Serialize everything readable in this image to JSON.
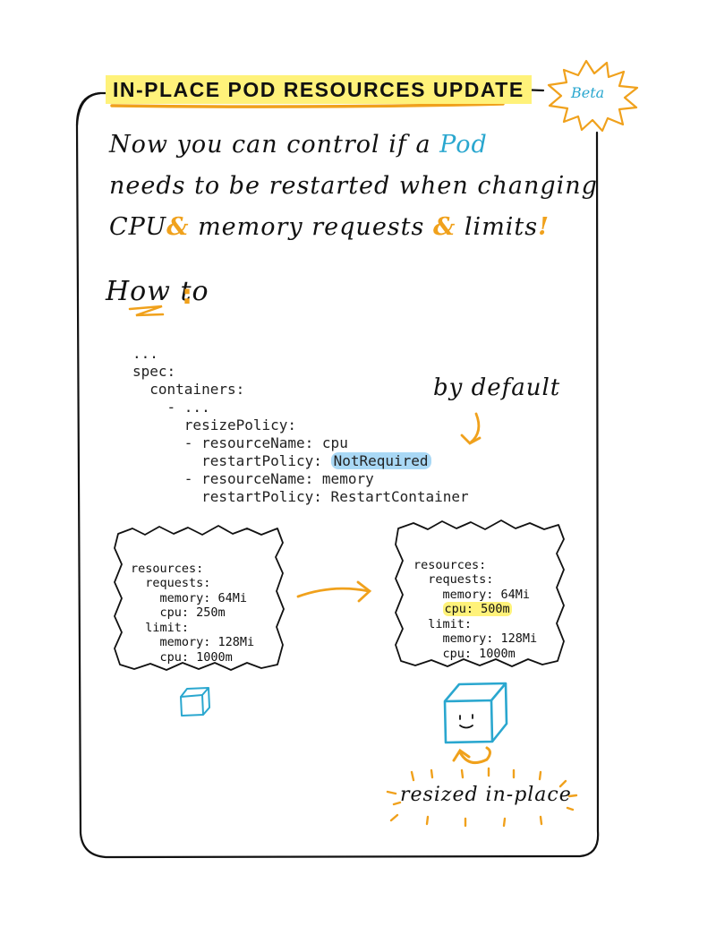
{
  "header": {
    "title": "IN-PLACE POD RESOURCES UPDATE",
    "badge": "Beta"
  },
  "intro": {
    "line1_text": "Now you can control if a ",
    "line1_pod": "Pod",
    "line2": "needs to be restarted when changing",
    "line3_a": "CPU",
    "line3_amp1": "&",
    "line3_b": " memory requests ",
    "line3_amp2": "&",
    "line3_c": " limits",
    "line3_bang": "!"
  },
  "howto": {
    "label": "How to",
    "colon": ":"
  },
  "code": {
    "lines": [
      "...",
      "spec:",
      "  containers:",
      "    - ...",
      "      resizePolicy:",
      "      - resourceName: cpu",
      "        restartPolicy: ",
      "      - resourceName: memory",
      "        restartPolicy: RestartContainer"
    ],
    "highlight_value": "NotRequired",
    "annotation": "by default"
  },
  "before_box": {
    "lines": [
      "resources:",
      "  requests:",
      "    memory: 64Mi",
      "    cpu: 250m",
      "  limit:",
      "    memory: 128Mi",
      "    cpu: 1000m"
    ]
  },
  "after_box": {
    "lines": [
      "resources:",
      "  requests:",
      "    memory: 64Mi",
      "",
      "  limit:",
      "    memory: 128Mi",
      "    cpu: 1000m"
    ],
    "highlight_line": "cpu: 500m"
  },
  "caption": "resized in-place",
  "colors": {
    "accent_orange": "#f0a11c",
    "accent_blue": "#2aa7cf",
    "highlight_yellow": "#fff27a",
    "highlight_blue": "#a9d8f5"
  }
}
